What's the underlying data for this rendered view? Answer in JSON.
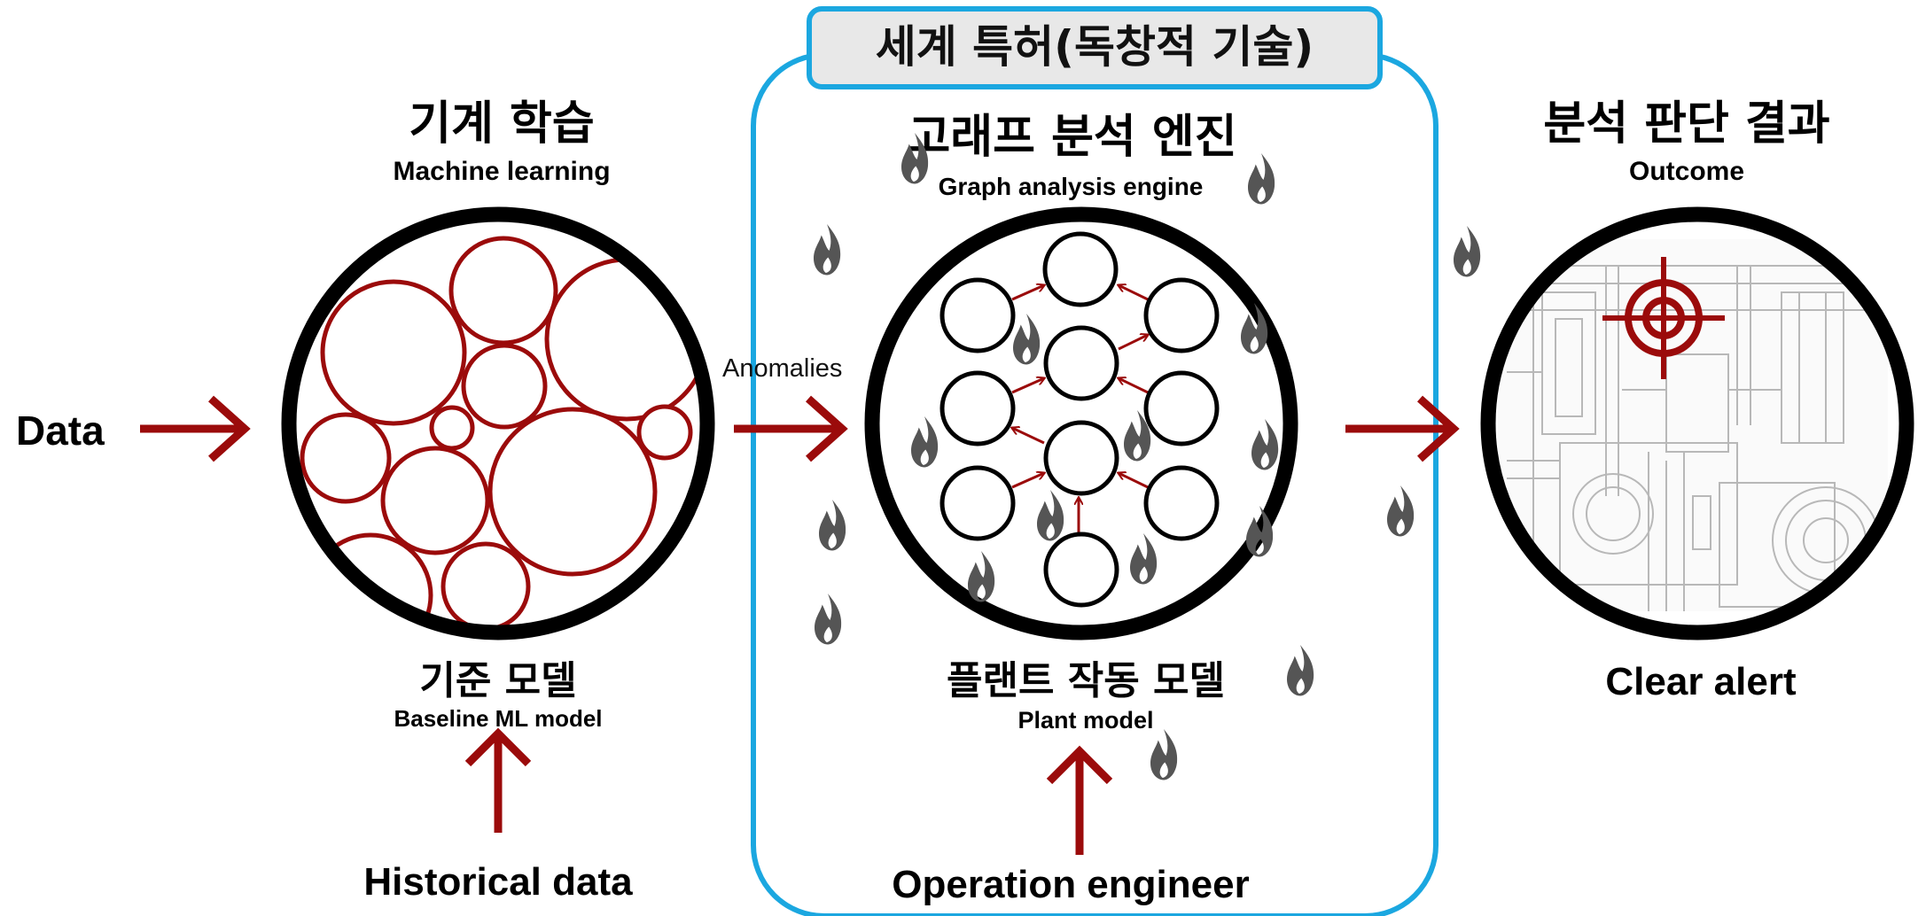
{
  "patent_banner": "세계 특허(독창적 기술)",
  "input": {
    "data_label": "Data",
    "historical_label": "Historical data"
  },
  "machine_learning": {
    "title_kr": "기계 학습",
    "title_en": "Machine  learning",
    "model_kr": "기준 모델",
    "model_en": "Baseline ML model"
  },
  "anomalies_label": "Anomalies",
  "graph_engine": {
    "title_kr": "고래프 분석 엔진",
    "title_en": "Graph analysis engine",
    "model_kr": "플랜트 작동 모델",
    "model_en": "Plant model",
    "operator_label": "Operation engineer"
  },
  "outcome": {
    "title_kr": "분석 판단 결과",
    "title_en": "Outcome",
    "result_label": "Clear alert"
  },
  "colors": {
    "accent_red": "#9b0b0b",
    "frame_blue": "#1ba7e0",
    "banner_fill": "#e8e8e8",
    "flame_gray": "#555555"
  },
  "icons": [
    "flame-icon",
    "target-crosshair-icon",
    "arrow-right-icon",
    "arrow-up-icon"
  ]
}
